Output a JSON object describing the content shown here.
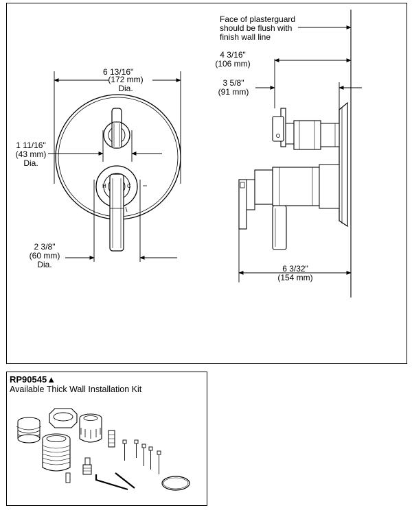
{
  "front_view": {
    "escutcheon_dia": {
      "fraction": "6 13/16\"",
      "metric": "(172 mm)",
      "suffix": "Dia."
    },
    "upper_handle_dia": {
      "fraction": "1 11/16\"",
      "metric": "(43 mm)",
      "suffix": "Dia."
    },
    "lower_handle_dia": {
      "fraction": "2 3/8\"",
      "metric": "(60 mm)",
      "suffix": "Dia."
    },
    "hot_mark": "H",
    "cold_mark": "C"
  },
  "side_view": {
    "plasterguard_note": [
      "Face of plasterguard",
      "should be flush with",
      "finish wall line"
    ],
    "depth_1": {
      "fraction": "4 3/16\"",
      "metric": "(106 mm)"
    },
    "depth_2": {
      "fraction": "3 5/8\"",
      "metric": "(91 mm)"
    },
    "depth_3": {
      "fraction": "6 3/32\"",
      "metric": "(154 mm)"
    }
  },
  "kit": {
    "code": "RP90545",
    "marker": "▲",
    "title": "Available Thick Wall Installation Kit"
  }
}
